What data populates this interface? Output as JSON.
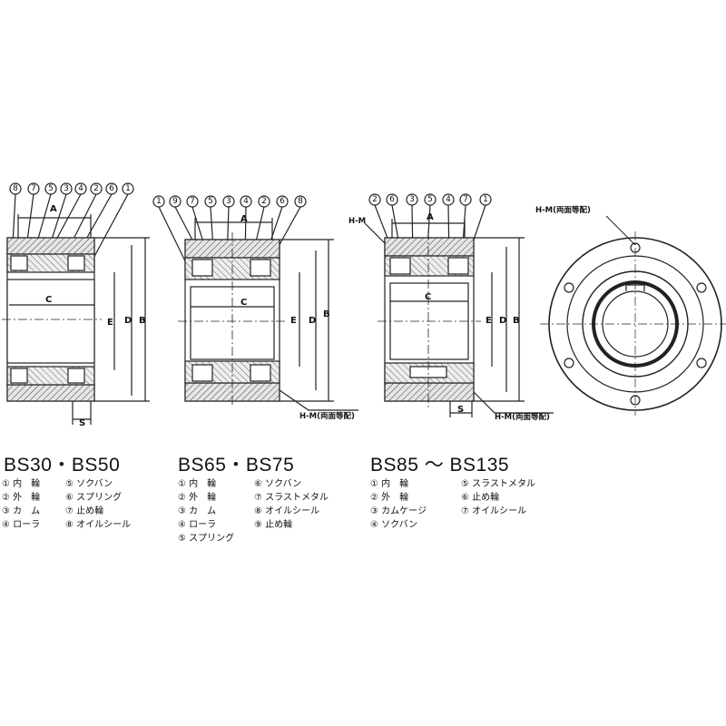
{
  "colors": {
    "line": "#222222",
    "hatch": "#555555",
    "fill": "#e6e6e6",
    "background": "#ffffff"
  },
  "drawings": [
    {
      "series_title": "BS30・BS50",
      "callouts": [
        "8",
        "7",
        "5",
        "3",
        "4",
        "2",
        "6",
        "1"
      ],
      "dims": {
        "A": "A",
        "B": "B",
        "C": "C",
        "D": "D",
        "E": "E",
        "S": "S"
      },
      "hm_label": "",
      "legend": [
        "① 内　輪",
        "⑤ ソクバン",
        "② 外　輪",
        "⑥ スプリング",
        "③ カ　ム",
        "⑦ 止め輪",
        "④ ローラ",
        "⑧ オイルシール"
      ]
    },
    {
      "series_title": "BS65・BS75",
      "callouts": [
        "1",
        "9",
        "7",
        "5",
        "3",
        "4",
        "2",
        "6",
        "8"
      ],
      "dims": {
        "A": "A",
        "B": "B",
        "C": "C",
        "D": "D",
        "E": "E"
      },
      "hm_label": "H-M(両面等配)",
      "legend": [
        "① 内　輪",
        "⑥ ソクバン",
        "② 外　輪",
        "⑦ スラストメタル",
        "③ カ　ム",
        "⑧ オイルシール",
        "④ ローラ",
        "⑨ 止め輪",
        "⑤ スプリング",
        ""
      ]
    },
    {
      "series_title": "BS85 ～ BS135",
      "callouts": [
        "2",
        "6",
        "3",
        "5",
        "4",
        "7",
        "1"
      ],
      "dims": {
        "A": "A",
        "B": "B",
        "C": "C",
        "D": "D",
        "E": "E",
        "S": "S"
      },
      "hm_left": "H-M",
      "hm_label": "H-M(両面等配)",
      "legend": [
        "① 内　輪",
        "⑤ スラストメタル",
        "② 外　輪",
        "⑥ 止め輪",
        "③ カムケージ",
        "⑦ オイルシール",
        "④ ソクバン",
        ""
      ]
    }
  ],
  "front_view": {
    "hm_label": "H-M(両面等配)"
  }
}
